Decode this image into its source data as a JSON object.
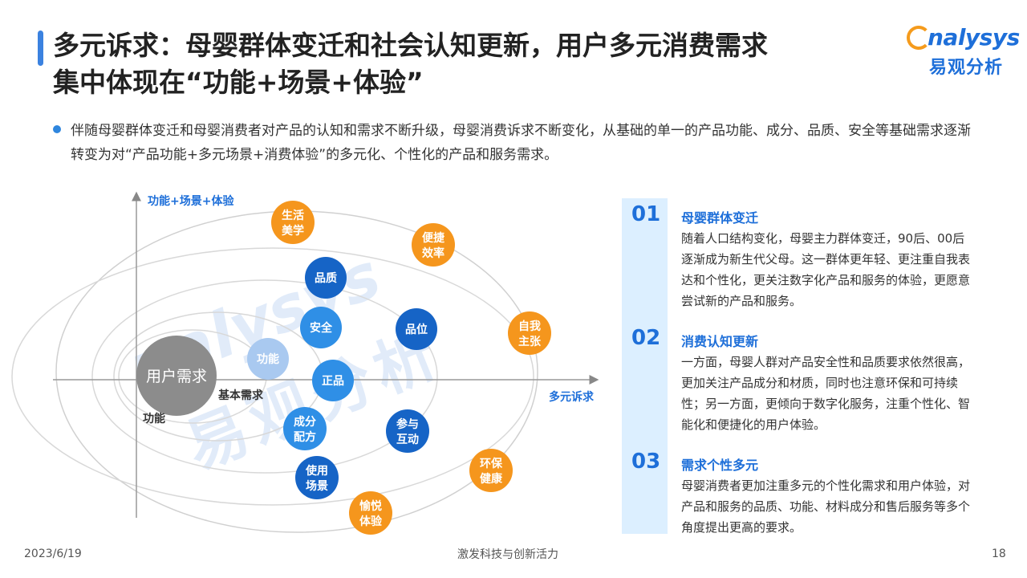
{
  "header": {
    "title_line1": "多元诉求：母婴群体变迁和社会认知更新，用户多元消费需求",
    "title_line2": "集中体现在“功能+场景+体验”"
  },
  "logo": {
    "en": "nalysys",
    "cn": "易观分析"
  },
  "intro": "伴随母婴群体变迁和母婴消费者对产品的认知和需求不断升级，母婴消费诉求不断变化，从基础的单一的产品功能、成分、品质、安全等基础需求逐渐转变为对“产品功能+多元场景+消费体验”的多元化、个性化的产品和服务需求。",
  "diagram": {
    "y_axis_label": "功能+场景+体验",
    "x_axis_label": "多元诉求",
    "center": "用户需求",
    "ring_labels": {
      "basic": "基本需求",
      "function": "功能"
    },
    "nodes": [
      {
        "id": "gongneng",
        "label": "功能",
        "color": "#a9c9f0"
      },
      {
        "id": "pinzhi",
        "label": "品质",
        "color": "#1664c6"
      },
      {
        "id": "anquan",
        "label": "安全",
        "color": "#2f8fe6"
      },
      {
        "id": "zhengpin",
        "label": "正品",
        "color": "#2f8fe6"
      },
      {
        "id": "chengfen",
        "label": "成分配方",
        "color": "#2f8fe6"
      },
      {
        "id": "pinwei",
        "label": "品位",
        "color": "#1664c6"
      },
      {
        "id": "canyu",
        "label": "参与互动",
        "color": "#1664c6"
      },
      {
        "id": "shiyong",
        "label": "使用场景",
        "color": "#1664c6"
      },
      {
        "id": "shenghuo",
        "label": "生活美学",
        "color": "#f5961d"
      },
      {
        "id": "bianjie",
        "label": "便捷效率",
        "color": "#f5961d"
      },
      {
        "id": "ziwo",
        "label": "自我主张",
        "color": "#f5961d"
      },
      {
        "id": "huanbao",
        "label": "环保健康",
        "color": "#f5961d"
      },
      {
        "id": "yuyue",
        "label": "愉悦体验",
        "color": "#f5961d"
      }
    ]
  },
  "items": [
    {
      "num": "01",
      "title": "母婴群体变迁",
      "desc": "随着人口结构变化，母婴主力群体变迁，90后、00后逐渐成为新生代父母。这一群体更年轻、更注重自我表达和个性化，更关注数字化产品和服务的体验，更愿意尝试新的产品和服务。"
    },
    {
      "num": "02",
      "title": "消费认知更新",
      "desc": "一方面，母婴人群对产品安全性和品质要求依然很高，更加关注产品成分和材质，同时也注意环保和可持续性；另一方面，更倾向于数字化服务，注重个性化、智能化和便捷化的用户体验。"
    },
    {
      "num": "03",
      "title": "需求个性多元",
      "desc": "母婴消费者更加注重多元的个性化需求和用户体验，对产品和服务的品质、功能、材料成分和售后服务等多个角度提出更高的要求。"
    }
  ],
  "footer": {
    "date": "2023/6/19",
    "slogan": "激发科技与创新活力",
    "page": "18"
  }
}
